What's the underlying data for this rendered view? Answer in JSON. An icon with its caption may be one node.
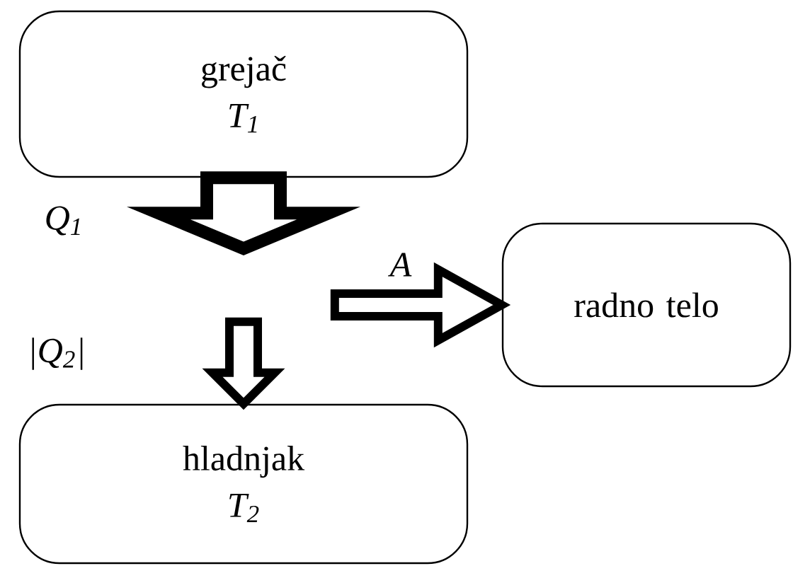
{
  "diagram": {
    "nodes": [
      {
        "text": [
          "grejač",
          "T$_{1}$"
        ]
      },
      {
        "text": [
          "radno telo"
        ]
      },
      {
        "text": [
          "hladnjak",
          "T$_{2}$"
        ]
      }
    ],
    "edges": [
      {
        "from": 0,
        "to": null,
        "arrow": "to",
        "label": "Q$_{1}$",
        "style": "thick"
      },
      {
        "from": null,
        "to": 1,
        "arrow": "to",
        "label": "A"
      },
      {
        "from": null,
        "to": 2,
        "arrow": "to",
        "label": "|Q$_{2}$|"
      }
    ]
  }
}
